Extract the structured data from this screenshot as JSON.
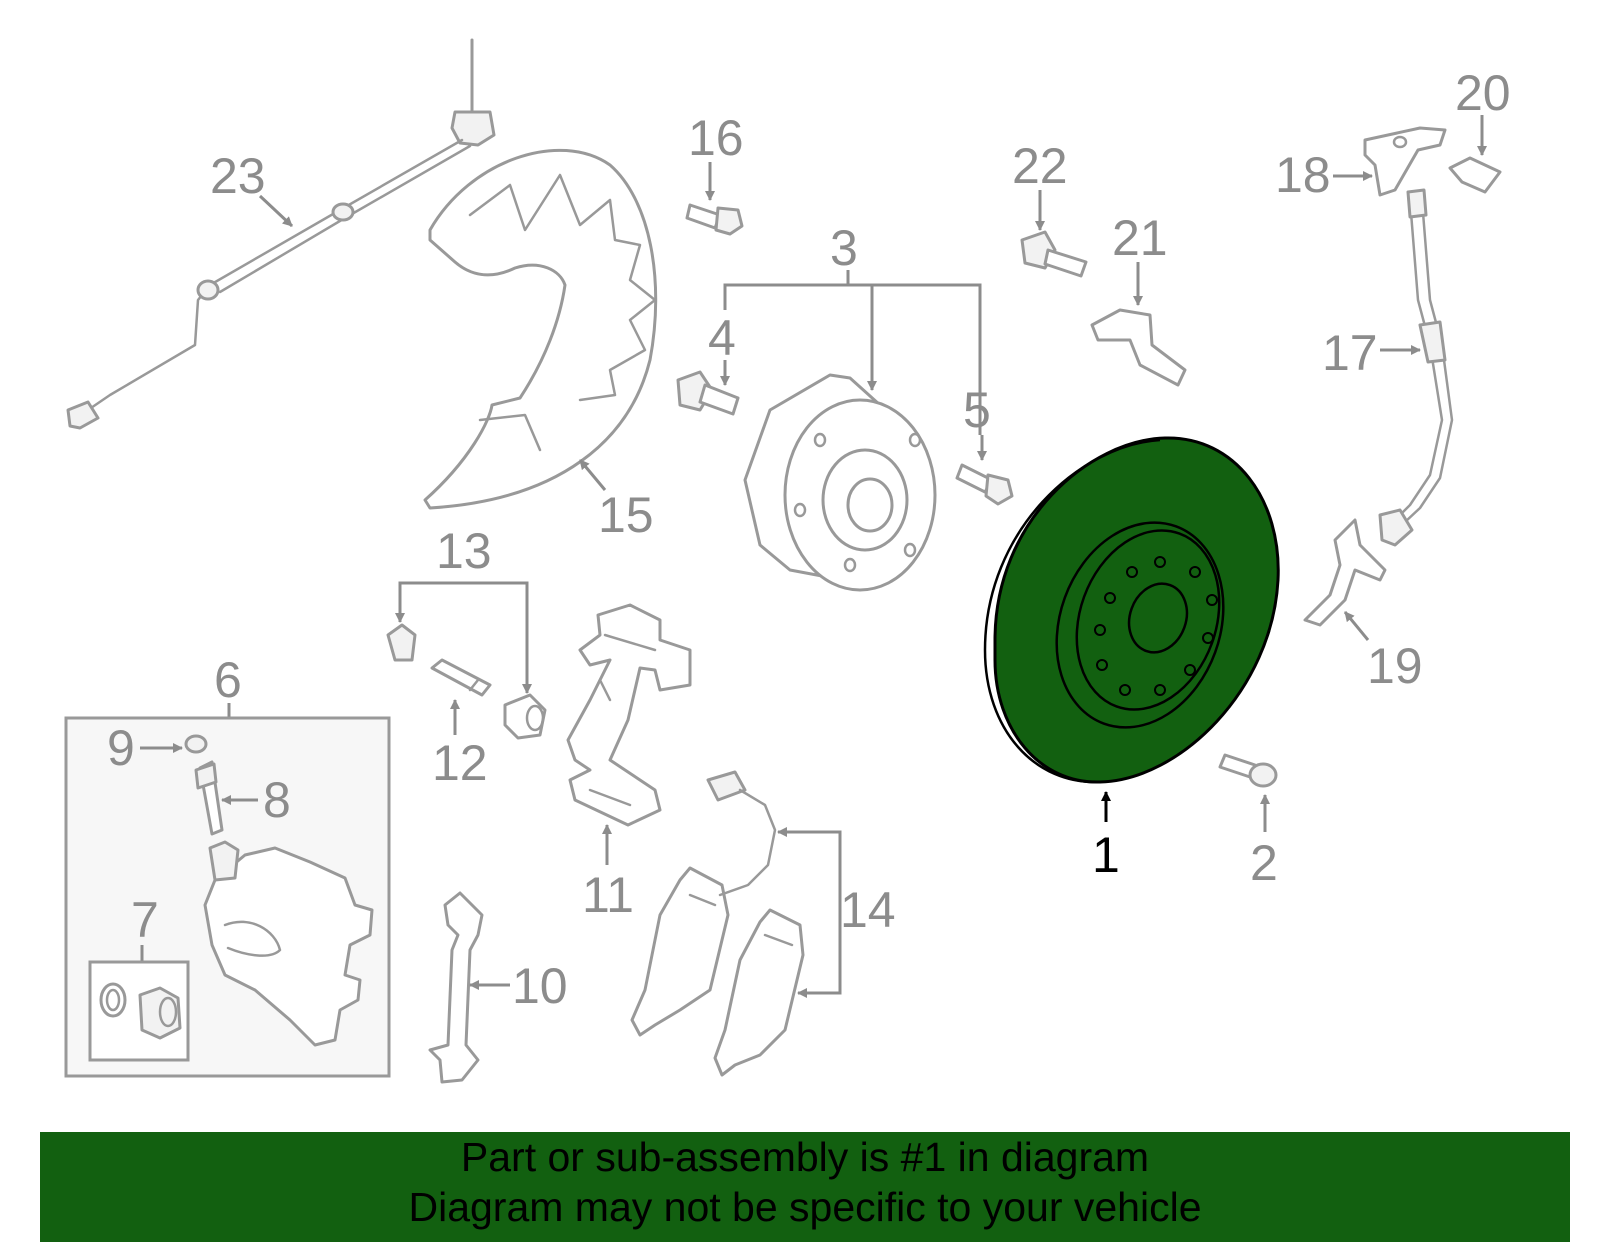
{
  "colors": {
    "highlight": "#126010",
    "banner": "#126010",
    "line": "#999999",
    "label": "#8c8c8c",
    "highlight_label": "#000000"
  },
  "labels": {
    "p1": "1",
    "p2": "2",
    "p3": "3",
    "p4": "4",
    "p5": "5",
    "p6": "6",
    "p7": "7",
    "p8": "8",
    "p9": "9",
    "p10": "10",
    "p11": "11",
    "p12": "12",
    "p13": "13",
    "p14": "14",
    "p15": "15",
    "p16": "16",
    "p17": "17",
    "p18": "18",
    "p19": "19",
    "p20": "20",
    "p21": "21",
    "p22": "22",
    "p23": "23"
  },
  "highlighted_part": "1",
  "banner": {
    "line1": "Part or sub-assembly is #1 in diagram",
    "line2": "Diagram may not be specific to your vehicle"
  }
}
